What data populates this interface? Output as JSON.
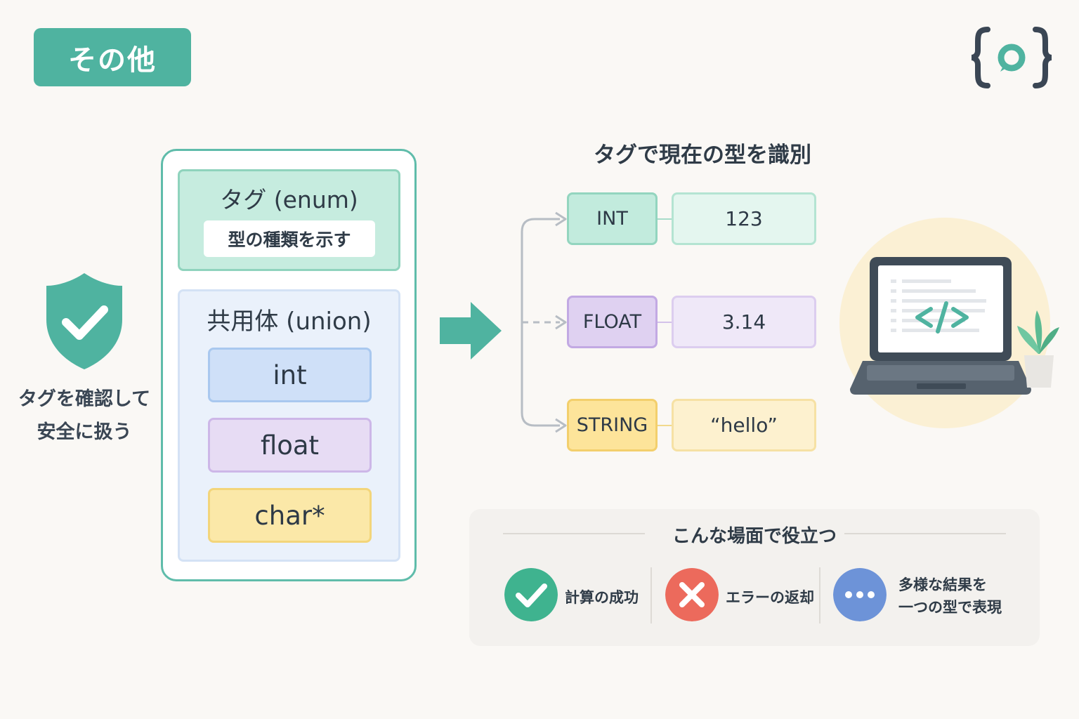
{
  "badge": "その他",
  "logo_icon": "curly-brace-logo-icon",
  "shield": {
    "icon": "shield-check-icon",
    "line1": "タグを確認して",
    "line2": "安全に扱う"
  },
  "struct": {
    "tag_title": "タグ (enum)",
    "tag_subtitle": "型の種類を示す",
    "union_title": "共用体 (union)",
    "members": [
      "int",
      "float",
      "char*"
    ]
  },
  "right_title": "タグで現在の型を識別",
  "rows": [
    {
      "tag": "INT",
      "value": "123"
    },
    {
      "tag": "FLOAT",
      "value": "3.14"
    },
    {
      "tag": "STRING",
      "value": "“hello”"
    }
  ],
  "laptop_icon": "laptop-code-icon",
  "use_cases": {
    "title": "こんな場面で役立つ",
    "items": [
      {
        "icon": "check-icon",
        "label": "計算の成功"
      },
      {
        "icon": "x-icon",
        "label": "エラーの返却"
      },
      {
        "icon": "ellipsis-icon",
        "label_line1": "多様な結果を",
        "label_line2": "一つの型で表現"
      }
    ]
  },
  "colors": {
    "accent": "#4fb3a0",
    "int": "#c2ebdd",
    "float": "#dfd1f1",
    "string": "#fde49a",
    "success": "#3fb38f",
    "error": "#ec6a5c",
    "info": "#6d93d8"
  }
}
